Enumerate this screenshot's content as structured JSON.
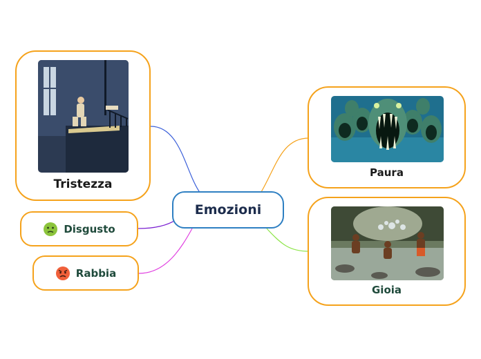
{
  "center": {
    "label": "Emozioni"
  },
  "branches": {
    "tristezza": {
      "label": "Tristezza",
      "image": "sad-child-balcony-illustration",
      "line_color": "#3a5fd9"
    },
    "paura": {
      "label": "Paura",
      "image": "fanged-monsters-illustration",
      "line_color": "#f5a21b"
    },
    "gioia": {
      "label": "Gioia",
      "image": "children-splashing-water-photo",
      "line_color": "#8ee54a"
    },
    "disgusto": {
      "label": "Disgusto",
      "icon": "nauseated-face-icon",
      "line_color": "#7a1fd1"
    },
    "rabbia": {
      "label": "Rabbia",
      "icon": "angry-face-icon",
      "line_color": "#e040e0"
    }
  },
  "colors": {
    "card_border": "#f5a21b",
    "center_border": "#2e7fc2"
  }
}
